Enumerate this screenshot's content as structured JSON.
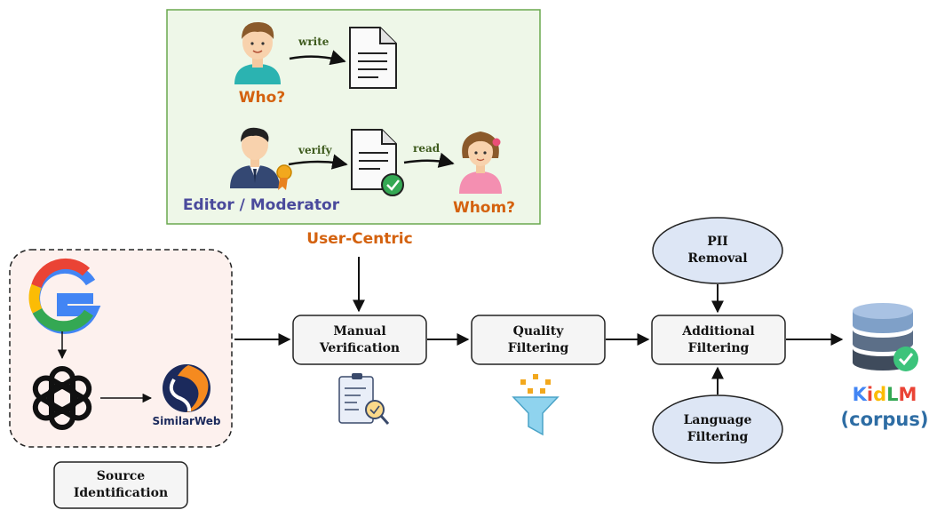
{
  "user_centric": {
    "title": "User-Centric",
    "who_label": "Who?",
    "editor_label": "Editor / Moderator",
    "whom_label": "Whom?",
    "write_verb": "write",
    "verify_verb": "verify",
    "read_verb": "read",
    "colors": {
      "panel_fill": "#eef7e8",
      "panel_border": "#6aa84f",
      "orange": "#d4620f",
      "purple": "#4a4a9c",
      "verb": "#3d5a1c"
    }
  },
  "source": {
    "label": "Source\nIdentification",
    "similarweb_label": "SimilarWeb",
    "icons": [
      "google-icon",
      "openai-icon",
      "similarweb-icon"
    ],
    "colors": {
      "panel_fill": "#fdf1ee"
    }
  },
  "pipeline": {
    "manual": "Manual\nVerification",
    "quality": "Quality\nFiltering",
    "additional": "Additional\nFiltering",
    "pii": "PII\nRemoval",
    "language": "Language\nFiltering",
    "colors": {
      "box_fill": "#f5f5f5",
      "ellipse_fill": "#dde6f5"
    }
  },
  "output": {
    "name_letters": [
      {
        "ch": "K",
        "color": "#4285f4"
      },
      {
        "ch": "i",
        "color": "#ea4335"
      },
      {
        "ch": "d",
        "color": "#fbbc05"
      },
      {
        "ch": "L",
        "color": "#34a853"
      },
      {
        "ch": "M",
        "color": "#ea4335"
      }
    ],
    "sub": "(corpus)",
    "icon": "database-check-icon",
    "colors": {
      "sub": "#2e6da4"
    }
  }
}
